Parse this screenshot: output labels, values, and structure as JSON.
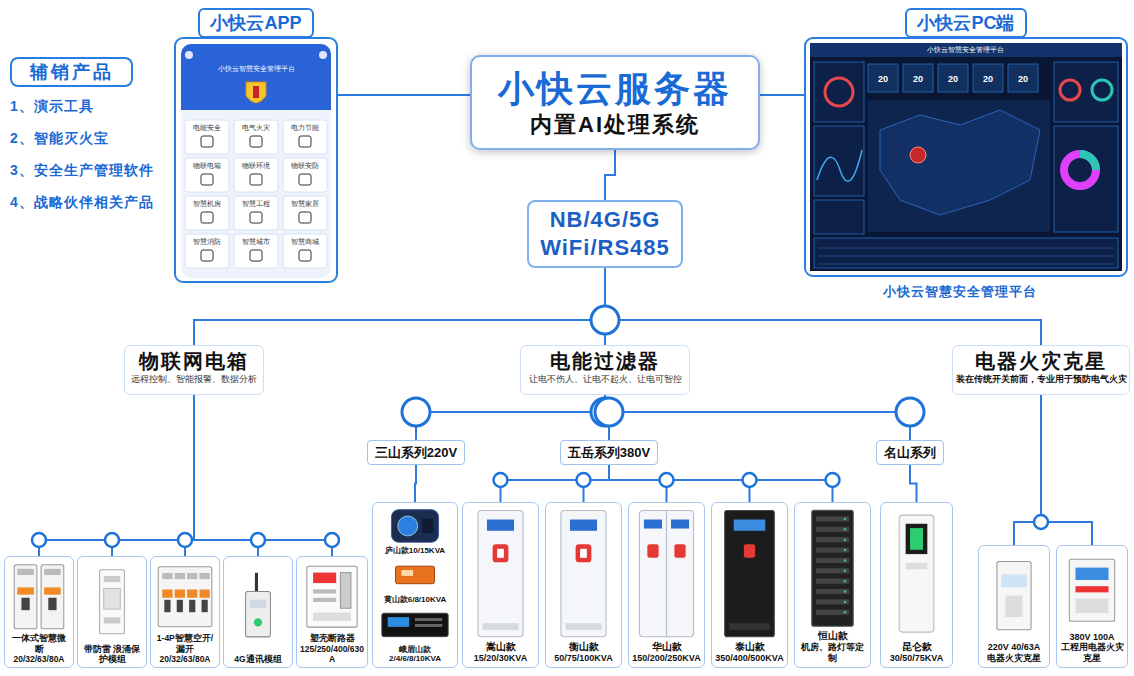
{
  "diagram": {
    "nodes": [
      {
        "text": [
          "辅销产品"
        ]
      },
      {
        "text": [
          "小快云APP"
        ]
      },
      {
        "text": [
          "小快云服务器",
          "内置AI处理系统"
        ]
      },
      {
        "text": [
          "小快云PC端"
        ]
      },
      {
        "text": [
          "NB/4G/5G WiFi/RS485"
        ]
      },
      {
        "text": [
          "物联网电箱",
          "远程控制、智能报警、数据分析"
        ]
      },
      {
        "text": [
          "电能过滤器",
          "让电不伤人、让电不起火、让电可智控"
        ]
      },
      {
        "text": [
          "电器火灾克星",
          "装在传统开关前面，专业用于预防电气火灾"
        ]
      },
      {
        "text": [
          "三山系列220V"
        ]
      },
      {
        "text": [
          "五岳系列380V"
        ]
      },
      {
        "text": [
          "名山系列"
        ]
      },
      {
        "text": [
          "一体式智慧微断",
          "20/32/63/80A"
        ]
      },
      {
        "text": [
          "带防雷 浪涌保护模组"
        ]
      },
      {
        "text": [
          "1-4P智慧空开/漏开",
          "20/32/63/80A"
        ]
      },
      {
        "text": [
          "4G通讯模组"
        ]
      },
      {
        "text": [
          "塑壳断路器",
          "125/250/400/630A"
        ]
      },
      {
        "text": [
          "庐山款10/15KVA",
          "黄山款6/8/10KVA",
          "峨眉山款2/4/6/8/10KVA"
        ]
      },
      {
        "text": [
          "嵩山款",
          "15/20/30KVA"
        ]
      },
      {
        "text": [
          "衡山款",
          "50/75/100KVA"
        ]
      },
      {
        "text": [
          "华山款",
          "150/200/250KVA"
        ]
      },
      {
        "text": [
          "泰山款",
          "350/400/500KVA"
        ]
      },
      {
        "text": [
          "恒山款",
          "机房、路灯等定制"
        ]
      },
      {
        "text": [
          "昆仑款",
          "30/50/75KVA"
        ]
      },
      {
        "text": [
          "220V 40/63A",
          "电器火灾克星"
        ]
      },
      {
        "text": [
          "380V 100A",
          "工程用电器火灾克星"
        ]
      }
    ],
    "edges": [
      {
        "from": 2,
        "to": 1,
        "arrow": "none"
      },
      {
        "from": 2,
        "to": 3,
        "arrow": "none"
      },
      {
        "from": 2,
        "to": 4,
        "arrow": "none"
      },
      {
        "from": 4,
        "to": 5,
        "arrow": "none"
      },
      {
        "from": 4,
        "to": 6,
        "arrow": "none"
      },
      {
        "from": 4,
        "to": 7,
        "arrow": "none"
      },
      {
        "from": 5,
        "to": 11,
        "arrow": "none"
      },
      {
        "from": 5,
        "to": 12,
        "arrow": "none"
      },
      {
        "from": 5,
        "to": 13,
        "arrow": "none"
      },
      {
        "from": 5,
        "to": 14,
        "arrow": "none"
      },
      {
        "from": 5,
        "to": 15,
        "arrow": "none"
      },
      {
        "from": 6,
        "to": 8,
        "arrow": "none"
      },
      {
        "from": 6,
        "to": 9,
        "arrow": "none"
      },
      {
        "from": 6,
        "to": 10,
        "arrow": "none"
      },
      {
        "from": 8,
        "to": 16,
        "arrow": "none"
      },
      {
        "from": 9,
        "to": 17,
        "arrow": "none"
      },
      {
        "from": 9,
        "to": 18,
        "arrow": "none"
      },
      {
        "from": 9,
        "to": 19,
        "arrow": "none"
      },
      {
        "from": 9,
        "to": 20,
        "arrow": "none"
      },
      {
        "from": 9,
        "to": 21,
        "arrow": "none"
      },
      {
        "from": 10,
        "to": 22,
        "arrow": "none"
      },
      {
        "from": 7,
        "to": 23,
        "arrow": "none"
      },
      {
        "from": 7,
        "to": 24,
        "arrow": "none"
      }
    ],
    "labels": [
      "1、演示工具",
      "2、智能灭火宝",
      "3、安全生产管理软件",
      "4、战略伙伴相关产品",
      "小快云智慧安全管理平台",
      "电能安全",
      "电气火灾",
      "电力节能",
      "物联电箱",
      "物联环境",
      "物联安防",
      "智慧机房",
      "智慧工程",
      "智慧家居",
      "智慧消防",
      "智慧城市",
      "智慧商城",
      "小快云智慧安全管理平台",
      "20",
      "20",
      "20",
      "20",
      "20",
      "小快云智慧安全管理平台"
    ]
  }
}
